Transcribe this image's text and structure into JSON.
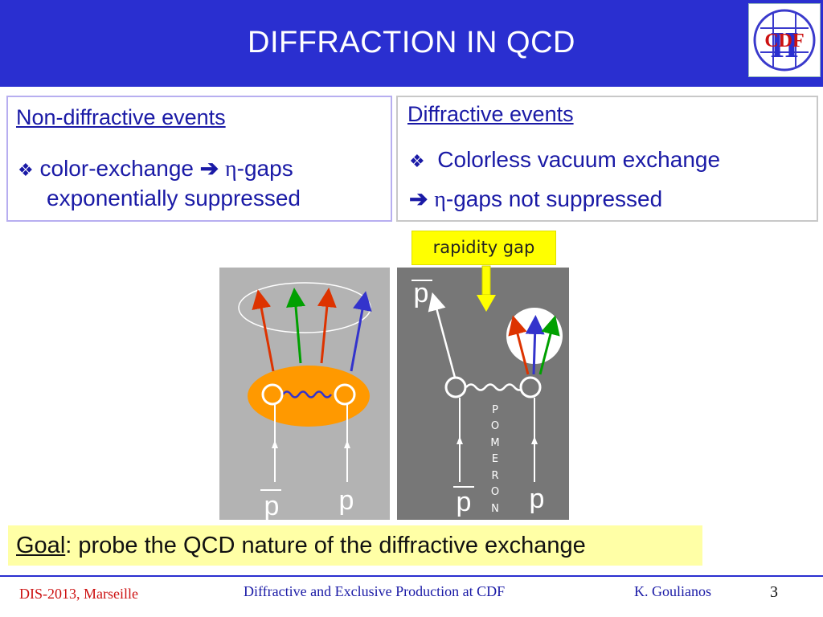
{
  "header": {
    "title": "DIFFRACTION IN QCD",
    "logo_text": "CDF",
    "logo_numeral": "II"
  },
  "left_box": {
    "heading": "Non-diffractive events",
    "bullet_symbol": "❖",
    "line1_a": "color-exchange",
    "arrow": "➔",
    "eta": "η",
    "line1_b": "-gaps",
    "line2": "exponentially suppressed"
  },
  "right_box": {
    "heading": "Diffractive events",
    "bullet_symbol": "❖",
    "line1": "Colorless vacuum exchange",
    "arrow": "➔",
    "eta": "η",
    "line2": "-gaps not suppressed"
  },
  "rapidity_label": "rapidity gap",
  "diagram": {
    "left_particle_a": "p",
    "left_particle_b": "p",
    "right_particle_top": "p",
    "right_particle_a": "p",
    "right_particle_b": "p",
    "pomeron_letters": [
      "P",
      "O",
      "M",
      "E",
      "R",
      "O",
      "N"
    ]
  },
  "goal": {
    "keyword": "Goal",
    "text": ": probe the QCD nature of the diffractive exchange"
  },
  "footer": {
    "left": "DIS-2013, Marseille",
    "middle": "Diffractive and Exclusive Production at CDF",
    "author": "K. Goulianos",
    "page": "3"
  },
  "colors": {
    "header_bg": "#2a2fd0",
    "text_blue": "#1a1aa6",
    "footer_red": "#cc1111",
    "orange_blob": "#ff9900",
    "goal_bg": "#ffffa6",
    "arrow_red": "#dd3300",
    "arrow_green": "#00a000",
    "arrow_blue": "#3333cc"
  }
}
